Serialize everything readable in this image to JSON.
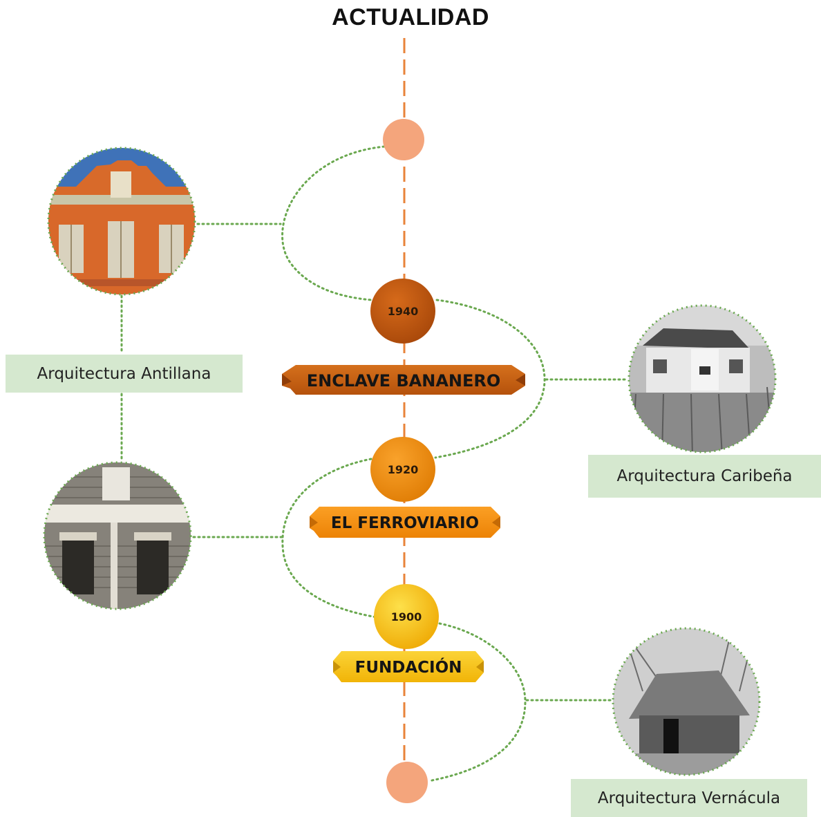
{
  "title": "ACTUALIDAD",
  "eras": [
    {
      "year": "1940",
      "name": "ENCLAVE BANANERO",
      "color": "#c25b0b"
    },
    {
      "year": "1920",
      "name": "EL FERROVIARIO",
      "color": "#f08c0a"
    },
    {
      "year": "1900",
      "name": "FUNDACIÓN",
      "color": "#f5bc08"
    }
  ],
  "styles": {
    "antillana": "Arquitectura Antillana",
    "caribena": "Arquitectura Caribeña",
    "vernacula": "Arquitectura Vernácula"
  },
  "colors": {
    "timeline": "#e8833a",
    "endpoint": "#f4a57c",
    "connector": "#6aa84f",
    "label_bg": "#d5e8cf"
  }
}
